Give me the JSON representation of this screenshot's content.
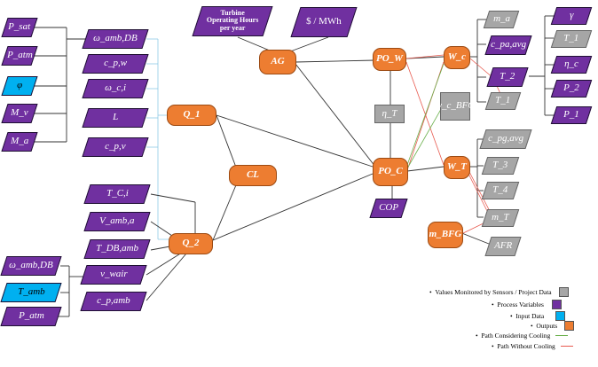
{
  "nodes": {
    "p_sat": "P_sat",
    "p_atm_top": "P_atm",
    "phi": "φ",
    "m_v": "M_v",
    "m_a_left": "M_a",
    "omega_amb_db_top": "ω_amb,DB",
    "cp_w": "c_p,w",
    "omega_ci": "ω_c,i",
    "l": "L",
    "cp_v": "c_p,v",
    "t_ci": "T_C,i",
    "v_amb_a": "V_amb,a",
    "t_db_amb": "T_DB,amb",
    "v_wair": "v_wair",
    "cp_amb": "c_p,amb",
    "omega_amb_db_bot": "ω_amb,DB",
    "t_amb": "T_amb",
    "p_atm_bot": "P_atm",
    "q1": "Q_1",
    "q2": "Q_2",
    "cl": "CL",
    "ag": "AG",
    "turbine_hours": "Turbine Operating Hours per year",
    "price": "$ / MWh",
    "pow": "PO_W",
    "poc": "PO_C",
    "eta_t": "η_T",
    "wc_bfg": "w_c_BFG",
    "cop": "COP",
    "wc": "W_c",
    "wt": "W_T",
    "m_bfg": "m_BFG",
    "m_a_right": "m_a",
    "cpa_avg": "c_pa,avg",
    "t2": "T_2",
    "t1": "T_1",
    "gamma": "γ",
    "t1_right": "T_1",
    "eta_c": "η_c",
    "p2": "P_2",
    "p1": "P_1",
    "cpg_avg": "c_pg,avg",
    "t3": "T_3",
    "t4": "T_4",
    "m_t": "m_T",
    "afr": "AFR"
  },
  "legend": {
    "sensors": "Values Monitored by Sensors / Project Data",
    "process": "Process Variables",
    "input": "Input Data",
    "outputs": "Outputs",
    "cooling": "Path Considering Cooling",
    "no_cooling": "Path Without Cooling"
  },
  "colors": {
    "process": "#7030a0",
    "input": "#00b0f0",
    "sensor": "#a6a6a6",
    "output": "#ed7d31",
    "cooling_path": "#6ab04c",
    "no_cooling_path": "#e85a4f"
  }
}
